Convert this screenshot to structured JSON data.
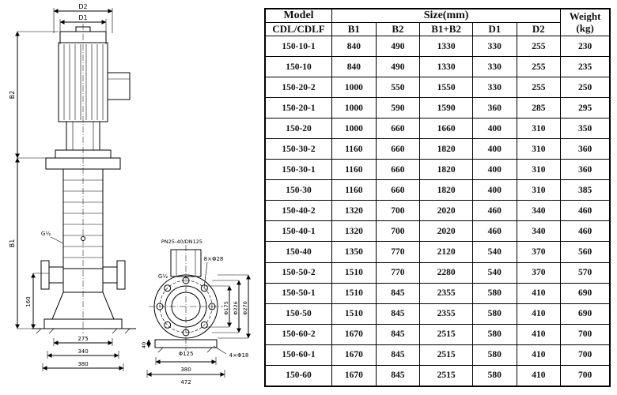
{
  "drawing": {
    "labels": {
      "d2": "D2",
      "d1": "D1",
      "b2": "B2",
      "b1": "B1",
      "g12_a": "G½",
      "g12_b": "G½",
      "pn": "PN25-40/DN125",
      "bolt8": "8×Φ28",
      "phi175": "Φ175",
      "phi226": "Φ226",
      "phi270": "Φ270",
      "dim160": "160",
      "dim275": "275",
      "dim340": "340",
      "dim380": "380",
      "dim40": "40",
      "phi125": "Φ125",
      "dim380b": "380",
      "dim472": "472",
      "bolt4": "4×Φ18"
    }
  },
  "table": {
    "header": {
      "model": "Model",
      "size": "Size(mm)",
      "weight": "Weight",
      "weight_unit": "(kg)",
      "series": "CDL/CDLF",
      "cols": [
        "B1",
        "B2",
        "B1+B2",
        "D1",
        "D2"
      ]
    },
    "rows": [
      [
        "150-10-1",
        "840",
        "490",
        "1330",
        "330",
        "255",
        "230"
      ],
      [
        "150-10",
        "840",
        "490",
        "1330",
        "330",
        "255",
        "235"
      ],
      [
        "150-20-2",
        "1000",
        "550",
        "1550",
        "330",
        "255",
        "250"
      ],
      [
        "150-20-1",
        "1000",
        "590",
        "1590",
        "360",
        "285",
        "295"
      ],
      [
        "150-20",
        "1000",
        "660",
        "1660",
        "400",
        "310",
        "350"
      ],
      [
        "150-30-2",
        "1160",
        "660",
        "1820",
        "400",
        "310",
        "360"
      ],
      [
        "150-30-1",
        "1160",
        "660",
        "1820",
        "400",
        "310",
        "360"
      ],
      [
        "150-30",
        "1160",
        "660",
        "1820",
        "400",
        "310",
        "385"
      ],
      [
        "150-40-2",
        "1320",
        "700",
        "2020",
        "460",
        "340",
        "460"
      ],
      [
        "150-40-1",
        "1320",
        "700",
        "2020",
        "460",
        "340",
        "460"
      ],
      [
        "150-40",
        "1350",
        "770",
        "2120",
        "540",
        "370",
        "560"
      ],
      [
        "150-50-2",
        "1510",
        "770",
        "2280",
        "540",
        "370",
        "570"
      ],
      [
        "150-50-1",
        "1510",
        "845",
        "2355",
        "580",
        "410",
        "690"
      ],
      [
        "150-50",
        "1510",
        "845",
        "2355",
        "580",
        "410",
        "690"
      ],
      [
        "150-60-2",
        "1670",
        "845",
        "2515",
        "580",
        "410",
        "700"
      ],
      [
        "150-60-1",
        "1670",
        "845",
        "2515",
        "580",
        "410",
        "700"
      ],
      [
        "150-60",
        "1670",
        "845",
        "2515",
        "580",
        "410",
        "700"
      ]
    ]
  }
}
